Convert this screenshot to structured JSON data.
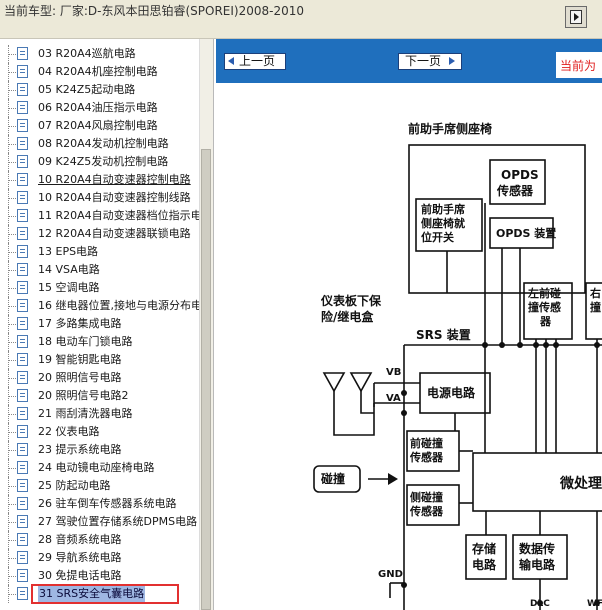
{
  "window": {
    "title": "当前车型:  厂家:D-东风本田思铂睿(SPOREI)2008-2010"
  },
  "tree": {
    "items": [
      {
        "label": "03 R20A4巡航电路"
      },
      {
        "label": "04 R20A4机座控制电路"
      },
      {
        "label": "05 K24Z5起动电路"
      },
      {
        "label": "06 R20A4油压指示电路"
      },
      {
        "label": "07 R20A4风扇控制电路"
      },
      {
        "label": "08 R20A4发动机控制电路"
      },
      {
        "label": "09 K24Z5发动机控制电路"
      },
      {
        "label": "10 R20A4自动变速器控制电路"
      },
      {
        "label": "10 R20A4自动变速器控制线路"
      },
      {
        "label": "11 R20A4自动变速器档位指示电"
      },
      {
        "label": "12 R20A4自动变速器联锁电路"
      },
      {
        "label": "13 EPS电路"
      },
      {
        "label": "14 VSA电路"
      },
      {
        "label": "15 空调电路"
      },
      {
        "label": "16 继电器位置,接地与电源分布电"
      },
      {
        "label": "17 多路集成电路"
      },
      {
        "label": "18 电动车门锁电路"
      },
      {
        "label": "19 智能钥匙电路"
      },
      {
        "label": "20 照明信号电路"
      },
      {
        "label": "20 照明信号电路2"
      },
      {
        "label": "21 雨刮清洗器电路"
      },
      {
        "label": "22 仪表电路"
      },
      {
        "label": "23 提示系统电路"
      },
      {
        "label": "24 电动镜电动座椅电路"
      },
      {
        "label": "25 防起动电路"
      },
      {
        "label": "26 驻车倒车传感器系统电路"
      },
      {
        "label": "27 驾驶位置存储系统DPMS电路"
      },
      {
        "label": "28 音频系统电路"
      },
      {
        "label": "29 导航系统电路"
      },
      {
        "label": "30 免提电话电路"
      },
      {
        "label": "31 SRS安全气囊电路"
      }
    ]
  },
  "nav": {
    "prev_label": "上一页",
    "next_label": "下一页",
    "current_label": "当前为"
  },
  "diagram": {
    "seat_title": "前助手席侧座椅",
    "opds_sensor": [
      "OPDS",
      "传感器"
    ],
    "seat_switch": [
      "前助手席",
      "侧座椅就",
      "位开关"
    ],
    "opds_unit": "OPDS 装置",
    "fuse_box": [
      "仪表板下保",
      "险/继电盒"
    ],
    "srs_unit": "SRS 装置",
    "left_sensor": [
      "左前碰",
      "撞传感",
      "器"
    ],
    "right_sensor": [
      "右",
      "撞"
    ],
    "vb": "VB",
    "va": "VA",
    "power_circuit": "电源电路",
    "front_sensor": [
      "前碰撞",
      "传感器"
    ],
    "side_sensor": [
      "侧碰撞",
      "传感器"
    ],
    "collision": "碰撞",
    "mcu": "微处理",
    "storage": [
      "存储",
      "电路"
    ],
    "data_tx": [
      "数据传",
      "输电路"
    ],
    "gnd": "GND",
    "dlc": "DLC",
    "wf": "WF"
  }
}
